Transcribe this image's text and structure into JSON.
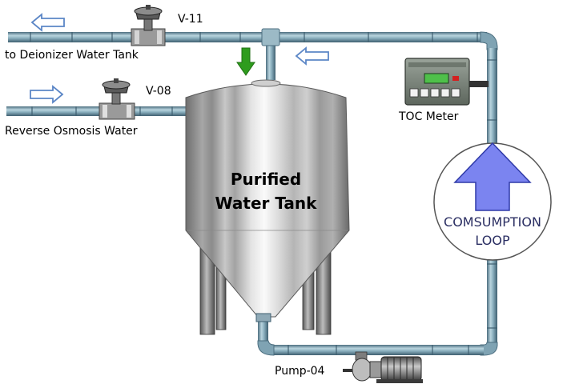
{
  "labels": {
    "valve_top": "V-11",
    "valve_left": "V-08",
    "deionizer": "to Deionizer Water Tank",
    "ro_water": "Reverse Osmosis Water",
    "toc": "TOC Meter",
    "pump": "Pump-04"
  },
  "tank": {
    "title_line1": "Purified",
    "title_line2": "Water Tank"
  },
  "loop": {
    "line1": "COMSUMPTION",
    "line2": "LOOP"
  },
  "colors": {
    "pipe": "#6b93a6",
    "flow_arrow_outline": "#5b86c6",
    "inlet_arrow": "#2e9c1d",
    "loop_arrow": "#7b84f0"
  }
}
